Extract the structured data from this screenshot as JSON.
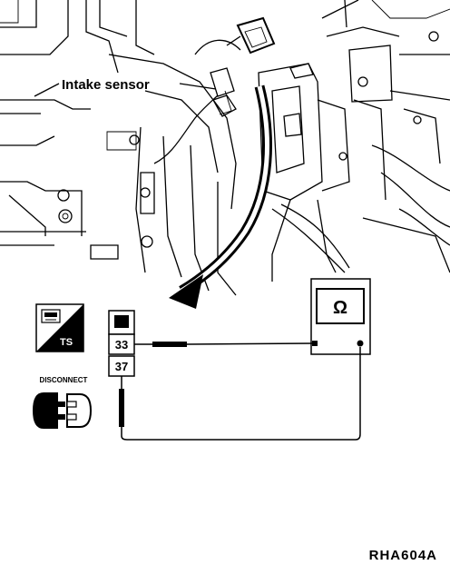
{
  "diagram": {
    "callout_label": "Intake sensor",
    "reference_code": "RHA604A",
    "connector_pins": [
      "33",
      "37"
    ],
    "meter_symbol": "Ω",
    "ts_badge_text": "TS",
    "disconnect_label": "DISCONNECT"
  }
}
